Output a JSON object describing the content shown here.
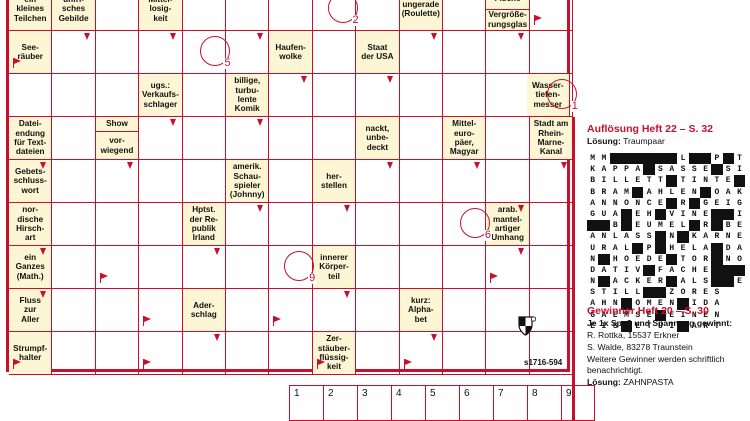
{
  "clues": {
    "c01": [
      "ein",
      "kleines",
      "Teilchen"
    ],
    "c02": [
      "unfri-",
      "sches",
      "Gebilde"
    ],
    "c03": [
      "Mittel-",
      "losig-",
      "keit"
    ],
    "c04": [
      "ungerade",
      "(Roulette)"
    ],
    "c05": [
      "Fische"
    ],
    "c06": [
      "Vergröße-",
      "rungsglas"
    ],
    "c07": [
      "See-",
      "räuber"
    ],
    "c08": [
      "Haufen-",
      "wolke"
    ],
    "c09": [
      "Staat",
      "der USA"
    ],
    "c10": [
      "ugs.:",
      "Verkaufs-",
      "schlager"
    ],
    "c11": [
      "billige,",
      "turbu-",
      "lente",
      "Komik"
    ],
    "c12": [
      "Wasser-",
      "tiefen-",
      "messer"
    ],
    "c13": [
      "Datei-",
      "endung",
      "für Text-",
      "dateien"
    ],
    "c14": [
      "Show"
    ],
    "c15": [
      "vor-",
      "wiegend"
    ],
    "c16": [
      "nackt,",
      "unbe-",
      "deckt"
    ],
    "c17": [
      "Mittel-",
      "euro-",
      "päer,",
      "Magyar"
    ],
    "c18": [
      "Stadt am",
      "Rhein-",
      "Marne-",
      "Kanal"
    ],
    "c19": [
      "Gebets-",
      "schluss-",
      "wort"
    ],
    "c20": [
      "amerik.",
      "Schau-",
      "spieler",
      "(Johnny)"
    ],
    "c21": [
      "her-",
      "stellen"
    ],
    "c22": [
      "nor-",
      "dische",
      "Hirsch-",
      "art"
    ],
    "c23": [
      "Hptst.",
      "der Re-",
      "publik",
      "Irland"
    ],
    "c24": [
      "arab.",
      "mantel-",
      "artiger",
      "Umhang"
    ],
    "c25": [
      "ein",
      "Ganzes",
      "(Math.)"
    ],
    "c26": [
      "innerer",
      "Körper-",
      "teil"
    ],
    "c27": [
      "Fluss",
      "zur",
      "Aller"
    ],
    "c28": [
      "Ader-",
      "schlag"
    ],
    "c29": [
      "kurz:",
      "Alpha-",
      "bet"
    ],
    "c30": [
      "Strumpf-",
      "halter"
    ],
    "c31": [
      "Zer-",
      "stäuber-",
      "flüssig-",
      "keit"
    ]
  },
  "circles": [
    "1",
    "2",
    "5",
    "6",
    "9"
  ],
  "answer_numbers": [
    "1",
    "2",
    "3",
    "4",
    "5",
    "6",
    "7",
    "8",
    "9"
  ],
  "code": "s1716-594",
  "panel": {
    "solution_heading": "Auflösung Heft 22 – S. 32",
    "solution_label": "Lösung:",
    "solution_value": "Traumpaar",
    "winner_heading": "Gewinner Heft 20 – S. 30",
    "winner_sub": "Je 1x Spaß und Spannung gewinnt:",
    "winner1": "R. Rottka, 15537 Erkner",
    "winner2": "S. Walde, 83278 Traunstein",
    "note": "Weitere Gewinner werden schrift­lich benachrichtigt.",
    "final_label": "Lösung:",
    "final_value": "ZAHNPASTA"
  },
  "solution_grid": [
    "MM■■■■■■L■■P■T",
    "KAPPA■SASSE■SICHT",
    "BILLETT■TINTE■E",
    "BRAM■AHLEN■OAKT",
    "ANNONCE■R■GEIGER",
    "GUA■EH■VINE■■IRE",
    "■■B■EUMEL■R■BERN",
    "ANLASS■N■KARNER",
    "URAL■P■HELA■DAENE",
    "N■HOEDE■TOR■NON",
    "DATIV■FACHE■■■E",
    "N■ACKER■ALS■■ERL",
    "STILL■■ZORES",
    "AHN■OMEN■IDA",
    "GAEMSE■EINEN",
    "EIS■ETUI■ART"
  ],
  "colors": {
    "accent": "#c8102e",
    "clue_bg": "#fdf6d4"
  }
}
